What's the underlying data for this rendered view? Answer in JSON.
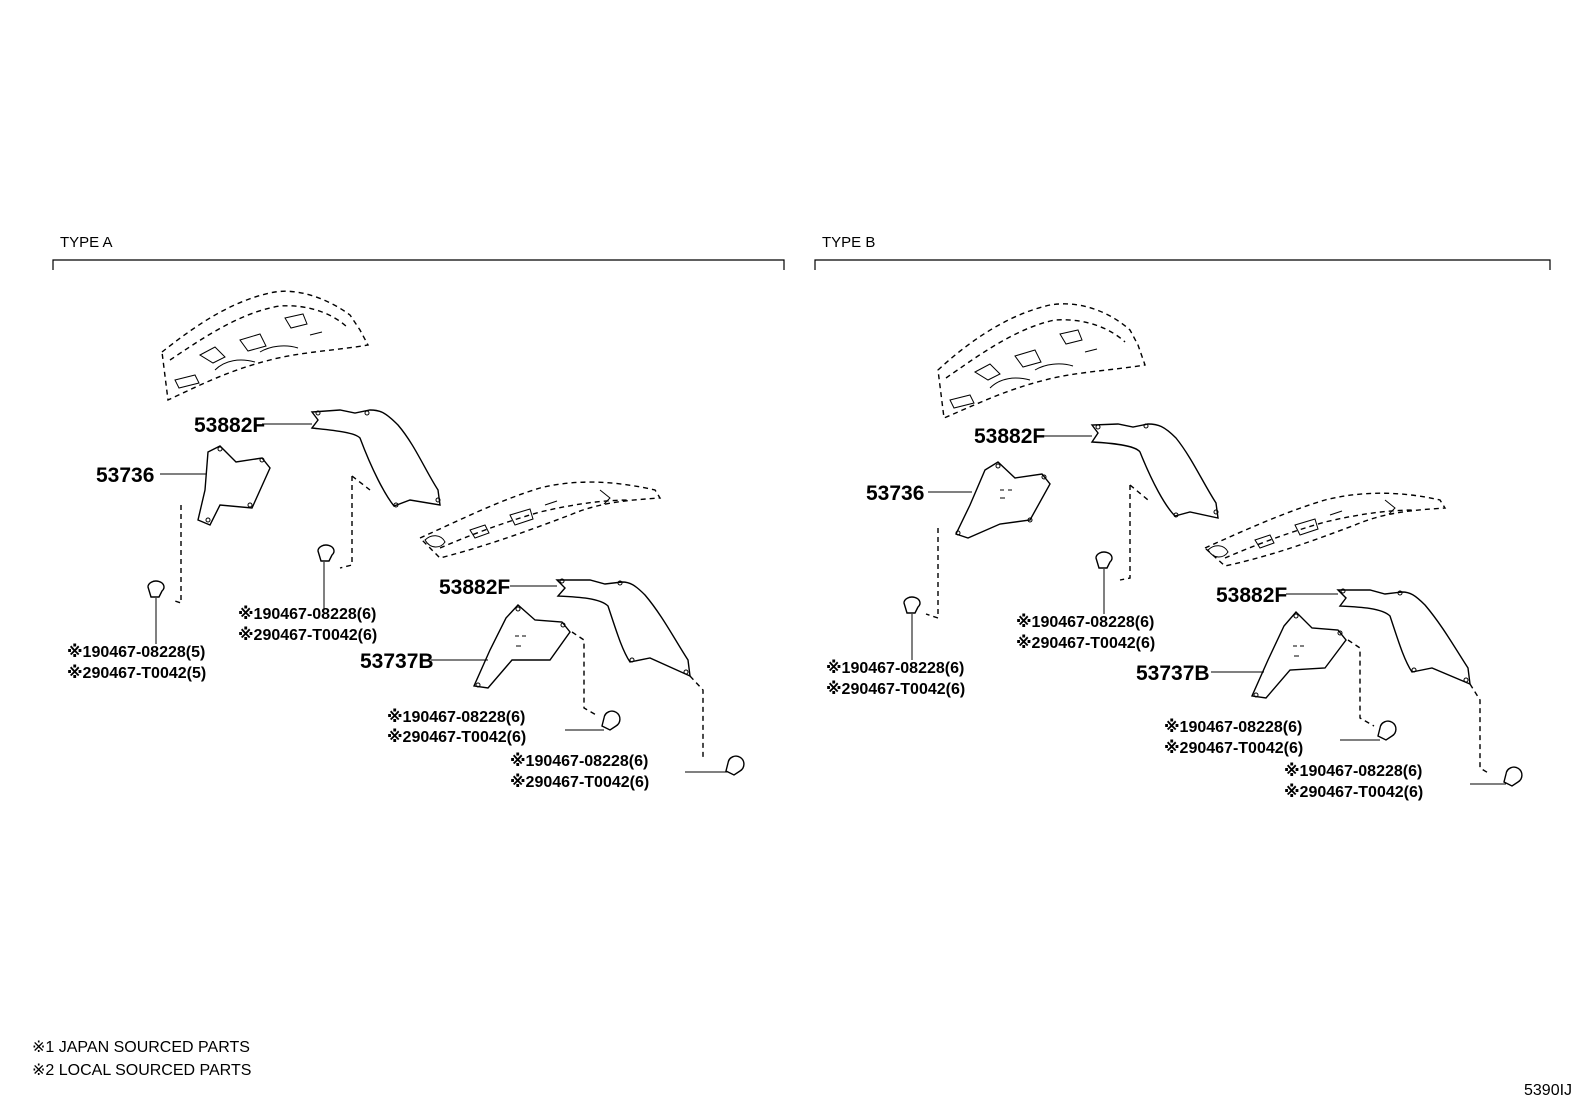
{
  "diagram_id": "5390IJ",
  "legend": {
    "note1": "※1 JAPAN SOURCED PARTS",
    "note2": "※2 LOCAL SOURCED PARTS"
  },
  "type_a": {
    "title": "TYPE A",
    "parts": {
      "p53882f_upper": "53882F",
      "p53736": "53736",
      "p53882f_lower": "53882F",
      "p53737b": "53737B"
    },
    "callouts": {
      "left_clip_1": "※190467-08228(5)",
      "left_clip_2": "※290467-T0042(5)",
      "mid_clip_1": "※190467-08228(6)",
      "mid_clip_2": "※290467-T0042(6)",
      "lower_clip_1": "※190467-08228(6)",
      "lower_clip_2": "※290467-T0042(6)",
      "right_clip_1": "※190467-08228(6)",
      "right_clip_2": "※290467-T0042(6)"
    }
  },
  "type_b": {
    "title": "TYPE B",
    "parts": {
      "p53882f_upper": "53882F",
      "p53736": "53736",
      "p53882f_lower": "53882F",
      "p53737b": "53737B"
    },
    "callouts": {
      "left_clip_1": "※190467-08228(6)",
      "left_clip_2": "※290467-T0042(6)",
      "mid_clip_1": "※190467-08228(6)",
      "mid_clip_2": "※290467-T0042(6)",
      "lower_clip_1": "※190467-08228(6)",
      "lower_clip_2": "※290467-T0042(6)",
      "right_clip_1": "※190467-08228(6)",
      "right_clip_2": "※290467-T0042(6)"
    }
  }
}
